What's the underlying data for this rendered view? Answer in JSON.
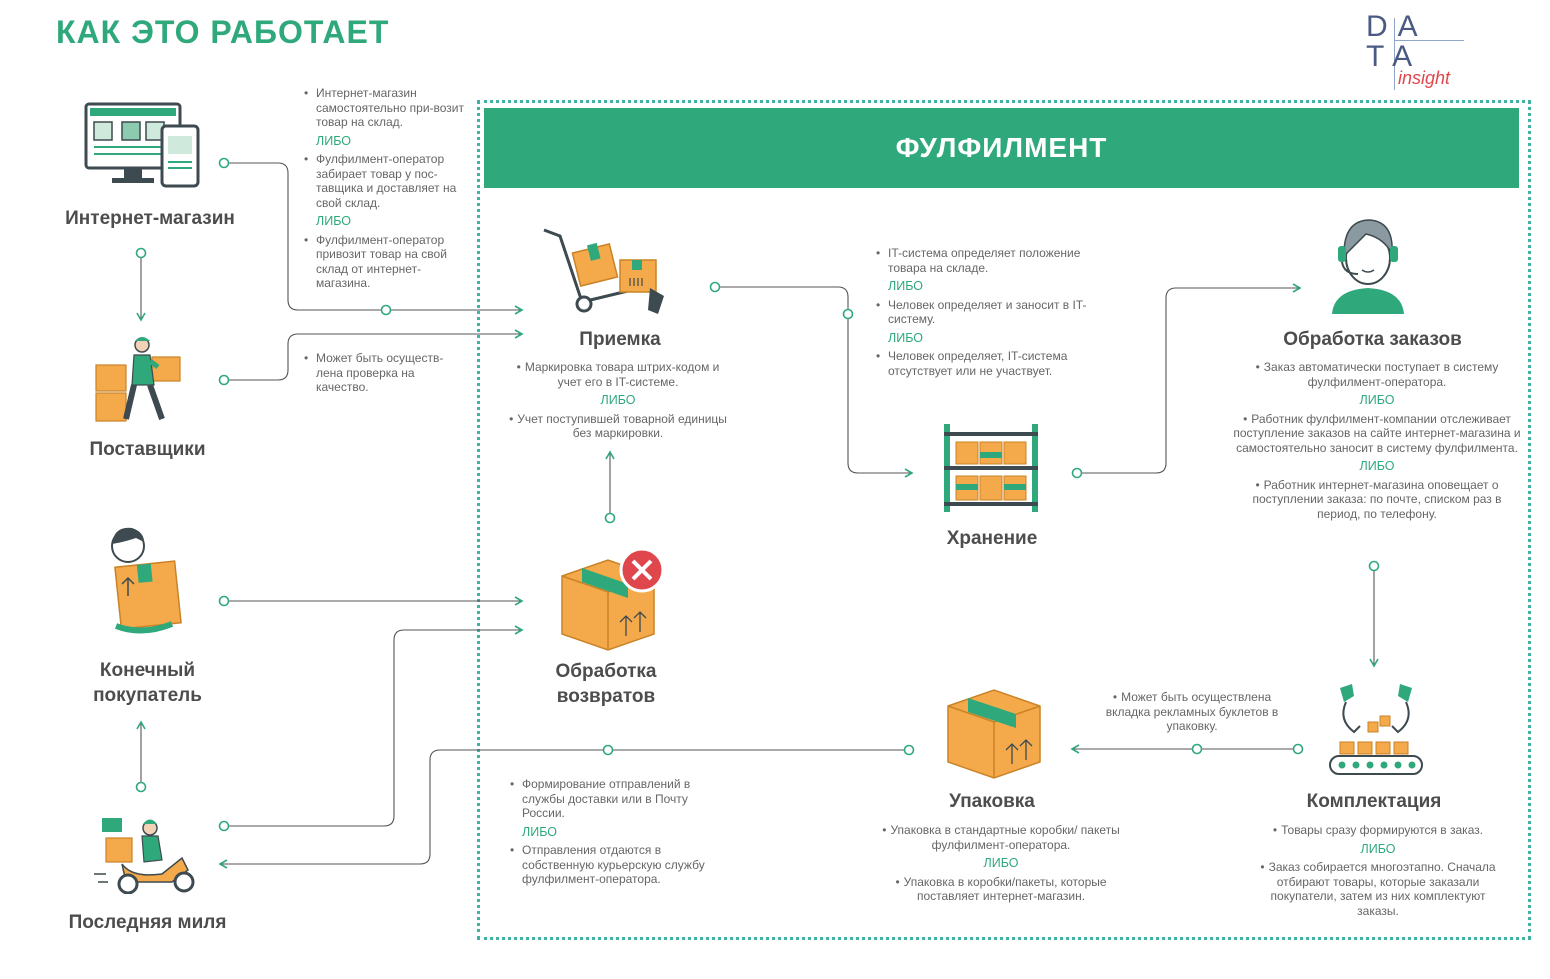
{
  "header": {
    "title": "КАК ЭТО РАБОТАЕТ"
  },
  "logo": {
    "line1": "DA",
    "line2": "TA",
    "word": "insight"
  },
  "fulfillment": {
    "title": "ФУЛФИЛМЕНТ"
  },
  "nodes": {
    "shop": "Интернет-магазин",
    "suppliers": "Поставщики",
    "customer_l1": "Конечный",
    "customer_l2": "покупатель",
    "lastmile": "Последняя миля",
    "receiving": "Приемка",
    "returns_l1": "Обработка",
    "returns_l2": "возвратов",
    "storage": "Хранение",
    "orders": "Обработка заказов",
    "packing": "Упаковка",
    "picking": "Комплектация"
  },
  "notes": {
    "shop": {
      "b1": "Интернет-магазин самостоятельно при-возит товар на склад.",
      "or1": "ЛИБО",
      "b2": "Фулфилмент-оператор забирает товар у пос-тавщика и доставляет на свой склад.",
      "or2": "ЛИБО",
      "b3": "Фулфилмент-оператор привозит товар на свой склад от интернет-магазина."
    },
    "suppliers": {
      "b1": "Может быть осуществ-лена проверка на качество."
    },
    "receiving": {
      "b1": "Маркировка товара штрих-кодом и учет его в IT-системе.",
      "or1": "ЛИБО",
      "b2": "Учет поступившей товарной единицы без маркировки."
    },
    "storage": {
      "b1": "IT-система определяет положение товара на складе.",
      "or1": "ЛИБО",
      "b2": "Человек определяет и заносит в IT- систему.",
      "or2": "ЛИБО",
      "b3": "Человек определяет, IT-система отсутствует или не участвует."
    },
    "orders": {
      "b1": "Заказ автоматически поступает в систему фулфилмент-оператора.",
      "or1": "ЛИБО",
      "b2": "Работник фулфилмент-компании отслеживает поступление заказов на сайте интернет-магазина и самостоятельно заносит в систему фулфилмента.",
      "or2": "ЛИБО",
      "b3": "Работник интернет-магазина оповещает о поступлении заказа: по почте, списком раз в период, по телефону."
    },
    "picking_top": {
      "b1": "Может быть осуществлена вкладка рекламных буклетов в упаковку."
    },
    "picking": {
      "b1": "Товары сразу формируются в заказ.",
      "or1": "ЛИБО",
      "b2": "Заказ собирается многоэтапно. Сначала отбирают товары, которые заказали покупатели, затем из них комплектуют заказы."
    },
    "packing": {
      "b1": "Упаковка в стандартные коробки/ пакеты фулфилмент-оператора.",
      "or1": "ЛИБО",
      "b2": "Упаковка в коробки/пакеты, которые поставляет интернет-магазин."
    },
    "shipping": {
      "b1": "Формирование отправлений в службы доставки или в Почту России.",
      "or1": "ЛИБО",
      "b2": "Отправления отдаются в собственную курьерскую службу фулфилмент-оператора."
    }
  },
  "colors": {
    "accent": "#2fa97c",
    "box": "#f4a94a",
    "dark": "#3d4a4f",
    "reject": "#e0474c"
  },
  "icons": [
    "computer-icon",
    "courier-icon",
    "customer-icon",
    "scooter-icon",
    "hand-truck-icon",
    "box-rejected-icon",
    "shelves-icon",
    "operator-icon",
    "box-icon",
    "conveyor-icon"
  ]
}
